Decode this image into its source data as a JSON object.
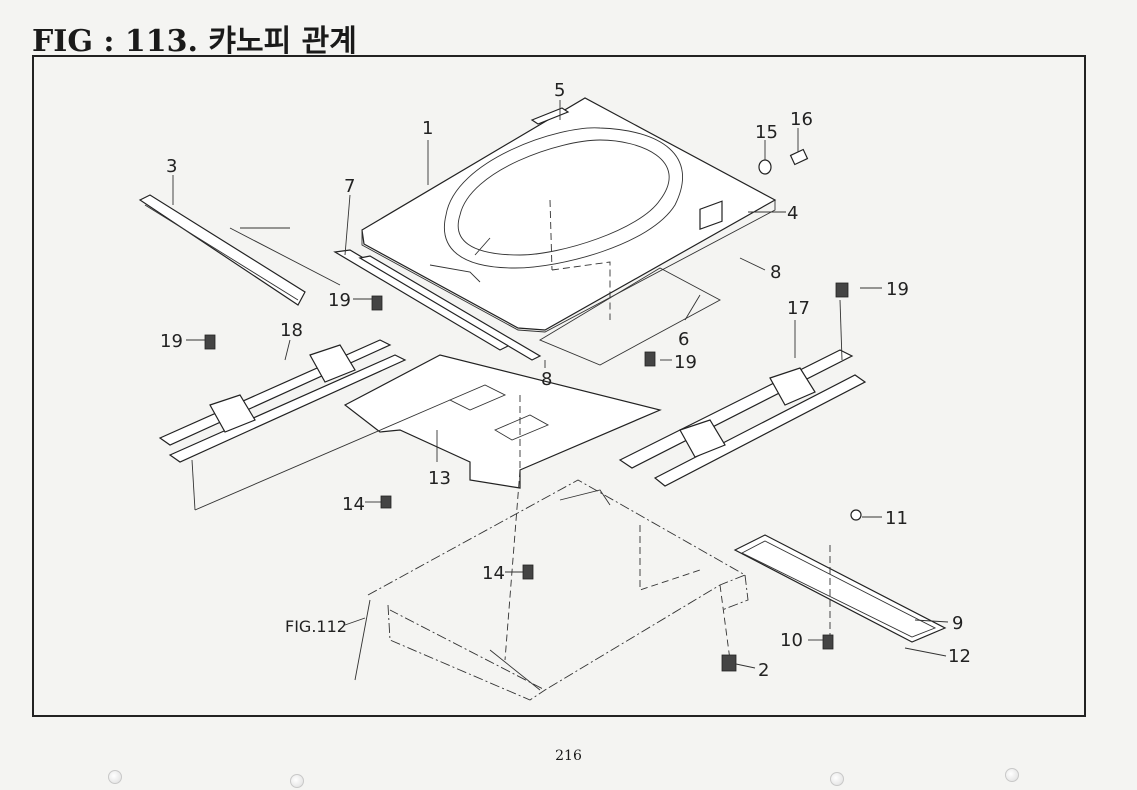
{
  "title": "FIG : 113.  캬노피 관계",
  "page_number": "216",
  "fig_ref": "FIG.112",
  "callouts": {
    "c1": "1",
    "c2": "2",
    "c3": "3",
    "c4": "4",
    "c5": "5",
    "c6": "6",
    "c7": "7",
    "c8a": "8",
    "c8b": "8",
    "c9": "9",
    "c10": "10",
    "c11": "11",
    "c12": "12",
    "c13": "13",
    "c14a": "14",
    "c14b": "14",
    "c15": "15",
    "c16": "16",
    "c17": "17",
    "c18": "18",
    "c19a": "19",
    "c19b": "19",
    "c19c": "19",
    "c19d": "19"
  }
}
